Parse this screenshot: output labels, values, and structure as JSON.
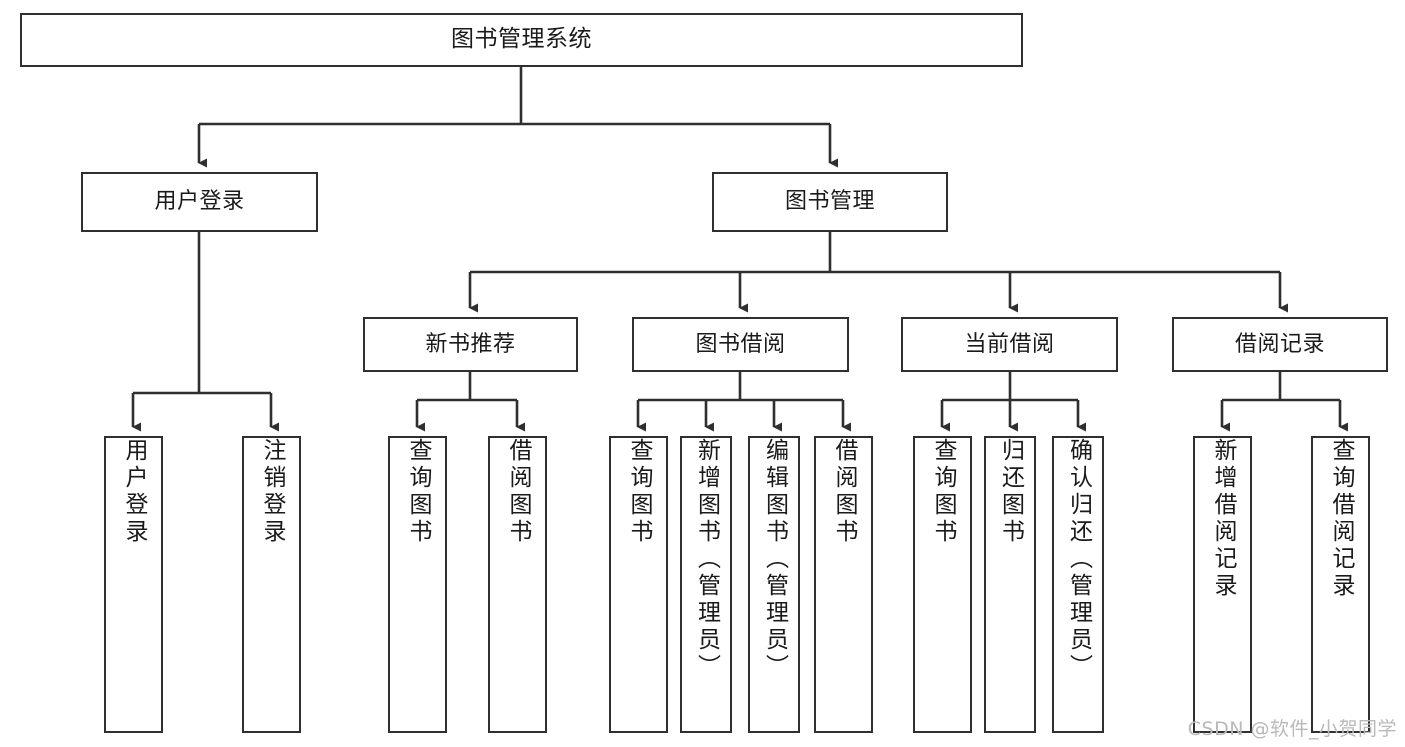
{
  "diagram": {
    "title_node": {
      "id": "root",
      "label": "图书管理系统"
    },
    "level2": [
      {
        "id": "user-login",
        "label": "用户登录"
      },
      {
        "id": "book-manage",
        "label": "图书管理"
      }
    ],
    "level3": [
      {
        "id": "new-book-recommend",
        "label": "新书推荐"
      },
      {
        "id": "book-borrow",
        "label": "图书借阅"
      },
      {
        "id": "current-borrow",
        "label": "当前借阅"
      },
      {
        "id": "borrow-record",
        "label": "借阅记录"
      }
    ],
    "leaves": [
      {
        "id": "leaf-user-login",
        "label": "用户登录",
        "parent": "user-login"
      },
      {
        "id": "leaf-logout-login",
        "label": "注销登录",
        "parent": "user-login"
      },
      {
        "id": "leaf-query-book-1",
        "label": "查询图书",
        "parent": "new-book-recommend"
      },
      {
        "id": "leaf-borrow-book-1",
        "label": "借阅图书",
        "parent": "new-book-recommend"
      },
      {
        "id": "leaf-query-book-2",
        "label": "查询图书",
        "parent": "book-borrow"
      },
      {
        "id": "leaf-add-book",
        "label": "新增图书（管理员）",
        "parent": "book-borrow"
      },
      {
        "id": "leaf-edit-book",
        "label": "编辑图书（管理员）",
        "parent": "book-borrow"
      },
      {
        "id": "leaf-borrow-book-2",
        "label": "借阅图书",
        "parent": "book-borrow"
      },
      {
        "id": "leaf-query-book-3",
        "label": "查询图书",
        "parent": "current-borrow"
      },
      {
        "id": "leaf-return-book",
        "label": "归还图书",
        "parent": "current-borrow"
      },
      {
        "id": "leaf-confirm-return",
        "label": "确认归还（管理员）",
        "parent": "current-borrow"
      },
      {
        "id": "leaf-add-record",
        "label": "新增借阅记录",
        "parent": "borrow-record"
      },
      {
        "id": "leaf-query-record",
        "label": "查询借阅记录",
        "parent": "borrow-record"
      }
    ],
    "colors": {
      "stroke": "#2f2f2f",
      "fill": "#ffffff",
      "text": "#1a1a1a",
      "watermark": "#b9b9b9"
    }
  },
  "watermark": {
    "text": "CSDN @软件_小贺同学"
  }
}
